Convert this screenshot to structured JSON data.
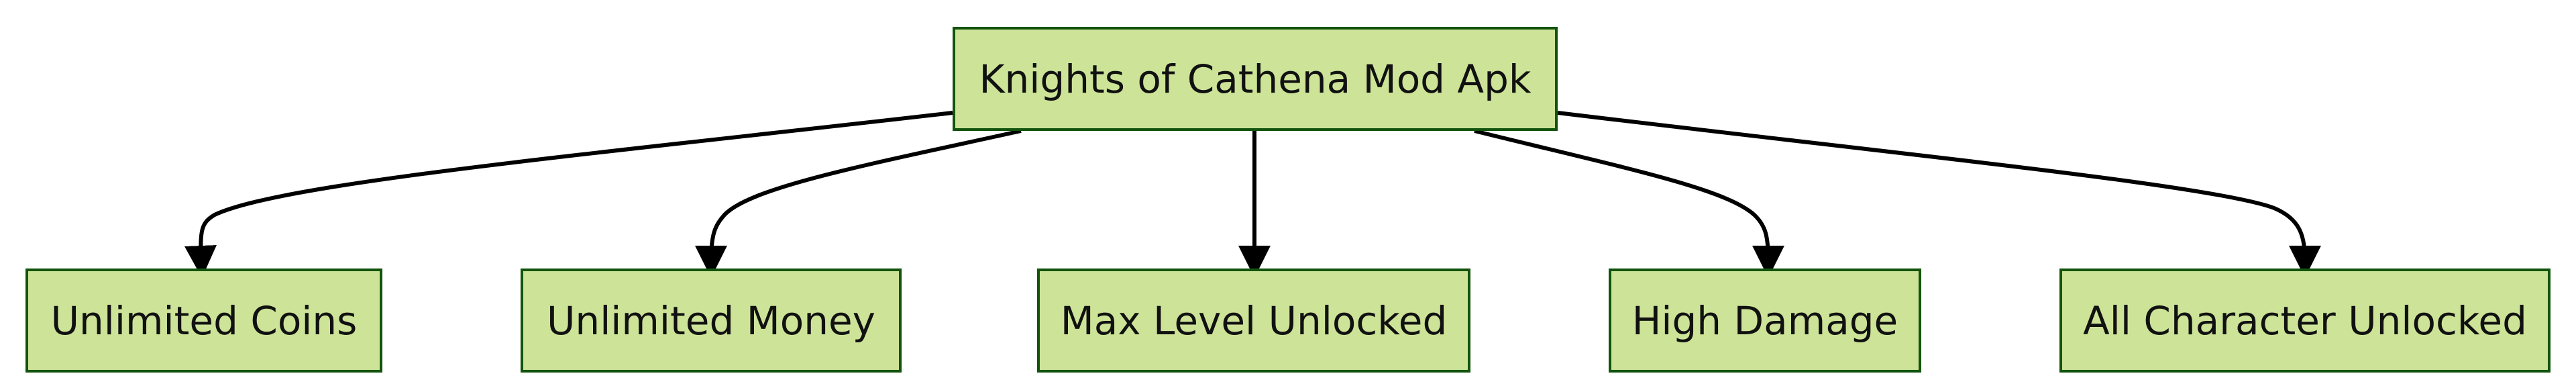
{
  "diagram": {
    "type": "flowchart",
    "root": {
      "label": "Knights of Cathena Mod Apk"
    },
    "children": [
      {
        "label": "Unlimited Coins"
      },
      {
        "label": "Unlimited Money"
      },
      {
        "label": "Max Level Unlocked"
      },
      {
        "label": "High Damage"
      },
      {
        "label": "All Character Unlocked"
      }
    ],
    "edges": [
      {
        "from": "Knights of Cathena Mod Apk",
        "to": "Unlimited Coins"
      },
      {
        "from": "Knights of Cathena Mod Apk",
        "to": "Unlimited Money"
      },
      {
        "from": "Knights of Cathena Mod Apk",
        "to": "Max Level Unlocked"
      },
      {
        "from": "Knights of Cathena Mod Apk",
        "to": "High Damage"
      },
      {
        "from": "Knights of Cathena Mod Apk",
        "to": "All Character Unlocked"
      }
    ],
    "colors": {
      "node_fill": "#cde498",
      "node_border": "#13540c",
      "edge": "#000000",
      "text": "#111111"
    }
  }
}
